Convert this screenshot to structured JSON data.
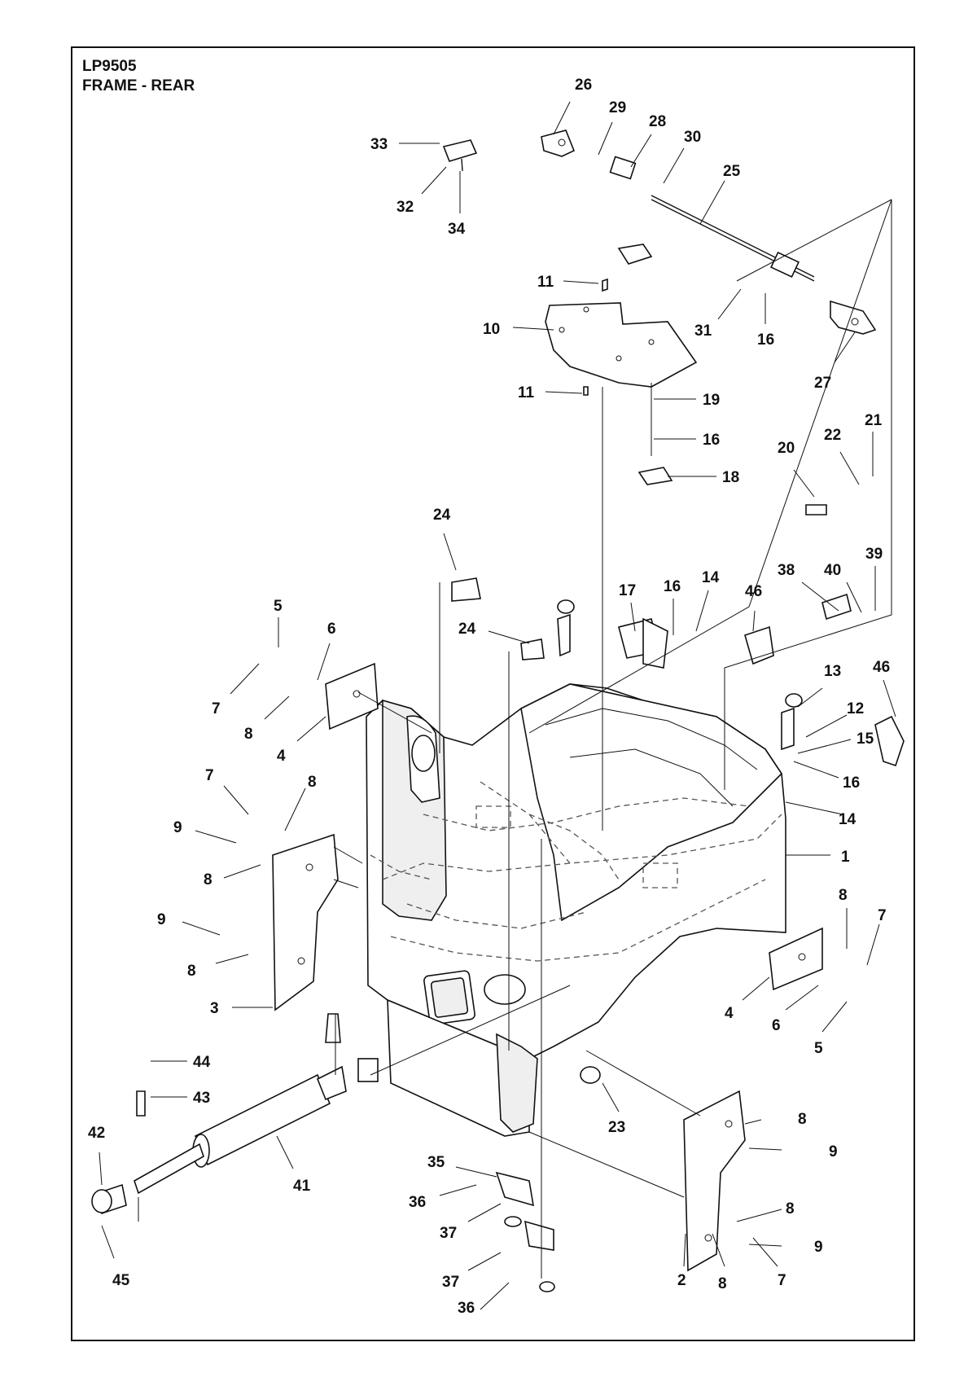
{
  "title": {
    "model": "LP9505",
    "section": "FRAME - REAR"
  },
  "callouts": [
    {
      "id": "c26",
      "label": "26"
    },
    {
      "id": "c29",
      "label": "29"
    },
    {
      "id": "c28",
      "label": "28"
    },
    {
      "id": "c30",
      "label": "30"
    },
    {
      "id": "c25",
      "label": "25"
    },
    {
      "id": "c33",
      "label": "33"
    },
    {
      "id": "c32",
      "label": "32"
    },
    {
      "id": "c34",
      "label": "34"
    },
    {
      "id": "c11a",
      "label": "11"
    },
    {
      "id": "c10",
      "label": "10"
    },
    {
      "id": "c11b",
      "label": "11"
    },
    {
      "id": "c31",
      "label": "31"
    },
    {
      "id": "c16a",
      "label": "16"
    },
    {
      "id": "c27",
      "label": "27"
    },
    {
      "id": "c19",
      "label": "19"
    },
    {
      "id": "c16b",
      "label": "16"
    },
    {
      "id": "c18",
      "label": "18"
    },
    {
      "id": "c21",
      "label": "21"
    },
    {
      "id": "c22",
      "label": "22"
    },
    {
      "id": "c20",
      "label": "20"
    },
    {
      "id": "c24a",
      "label": "24"
    },
    {
      "id": "c39",
      "label": "39"
    },
    {
      "id": "c38",
      "label": "38"
    },
    {
      "id": "c40",
      "label": "40"
    },
    {
      "id": "c17",
      "label": "17"
    },
    {
      "id": "c16c",
      "label": "16"
    },
    {
      "id": "c14a",
      "label": "14"
    },
    {
      "id": "c46a",
      "label": "46"
    },
    {
      "id": "c5a",
      "label": "5"
    },
    {
      "id": "c24b",
      "label": "24"
    },
    {
      "id": "c6a",
      "label": "6"
    },
    {
      "id": "c46b",
      "label": "46"
    },
    {
      "id": "c13",
      "label": "13"
    },
    {
      "id": "c12",
      "label": "12"
    },
    {
      "id": "c7a",
      "label": "7"
    },
    {
      "id": "c8a",
      "label": "8"
    },
    {
      "id": "c4a",
      "label": "4"
    },
    {
      "id": "c15",
      "label": "15"
    },
    {
      "id": "c16d",
      "label": "16"
    },
    {
      "id": "c7b",
      "label": "7"
    },
    {
      "id": "c8b",
      "label": "8"
    },
    {
      "id": "c14b",
      "label": "14"
    },
    {
      "id": "c9a",
      "label": "9"
    },
    {
      "id": "c1",
      "label": "1"
    },
    {
      "id": "c8c",
      "label": "8"
    },
    {
      "id": "c9b",
      "label": "9"
    },
    {
      "id": "c8d",
      "label": "8"
    },
    {
      "id": "c7c",
      "label": "7"
    },
    {
      "id": "c8e",
      "label": "8"
    },
    {
      "id": "c3",
      "label": "3"
    },
    {
      "id": "c4b",
      "label": "4"
    },
    {
      "id": "c6b",
      "label": "6"
    },
    {
      "id": "c5b",
      "label": "5"
    },
    {
      "id": "c44",
      "label": "44"
    },
    {
      "id": "c43",
      "label": "43"
    },
    {
      "id": "c8f",
      "label": "8"
    },
    {
      "id": "c23",
      "label": "23"
    },
    {
      "id": "c9c",
      "label": "9"
    },
    {
      "id": "c42",
      "label": "42"
    },
    {
      "id": "c41",
      "label": "41"
    },
    {
      "id": "c35",
      "label": "35"
    },
    {
      "id": "c36a",
      "label": "36"
    },
    {
      "id": "c8g",
      "label": "8"
    },
    {
      "id": "c37a",
      "label": "37"
    },
    {
      "id": "c9d",
      "label": "9"
    },
    {
      "id": "c37b",
      "label": "37"
    },
    {
      "id": "c45",
      "label": "45"
    },
    {
      "id": "c2",
      "label": "2"
    },
    {
      "id": "c8h",
      "label": "8"
    },
    {
      "id": "c7d",
      "label": "7"
    },
    {
      "id": "c36b",
      "label": "36"
    }
  ]
}
